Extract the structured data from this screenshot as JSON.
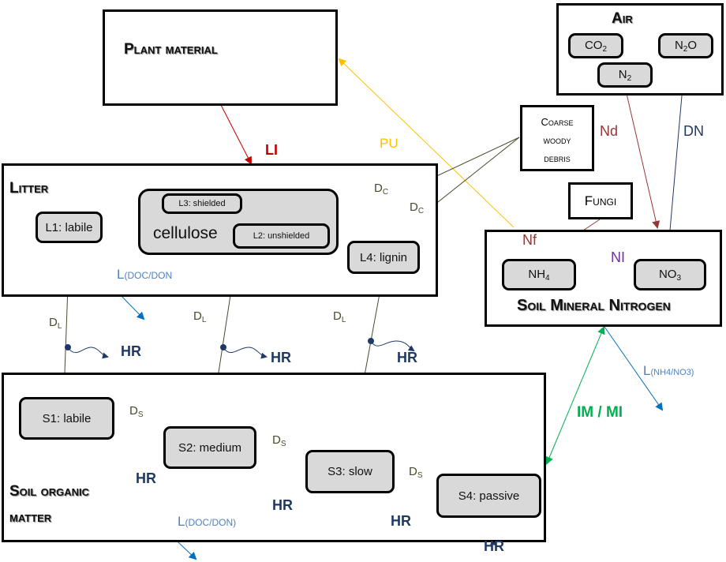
{
  "compartments": {
    "plant": "Plant material",
    "litter": "Litter",
    "soil_om_line1": "Soil organic",
    "soil_om_line2": "matter",
    "soil_mineral_n": "Soil Mineral Nitrogen",
    "air": "Air",
    "cwd_line1": "Coarse",
    "cwd_line2": "woody",
    "cwd_line3": "debris",
    "fungi": "Fungi"
  },
  "pools": {
    "l1": "L1: labile",
    "l2": "L2: unshielded",
    "l3": "L3: shielded",
    "l4": "L4: lignin",
    "cellulose": "cellulose",
    "s1": "S1: labile",
    "s2": "S2: medium",
    "s3": "S3: slow",
    "s4": "S4: passive",
    "co2_base": "CO",
    "co2_sub": "2",
    "n2_base": "N",
    "n2_sub": "2",
    "n2o_base": "N",
    "n2o_sub": "2",
    "n2o_tail": "O",
    "nh4_base": "NH",
    "nh4_sub": "4",
    "no3_base": "NO",
    "no3_sub": "3"
  },
  "fluxes": {
    "li": "LI",
    "pu": "PU",
    "nd": "Nd",
    "dn": "DN",
    "nf": "Nf",
    "ni": "NI",
    "im_mi": "IM / MI",
    "dc_base": "D",
    "dc_sub": "C",
    "dl_base": "D",
    "dl_sub": "L",
    "ds_base": "D",
    "ds_sub": "S",
    "hr": "HR",
    "leach_doc_litter": "L(DOC/DON",
    "leach_doc_base": "L",
    "leach_doc_sub": "(DOC/DON)",
    "leach_n_base": "L",
    "leach_n_sub": "(NH4/NO3)"
  },
  "colors": {
    "li": "#c00000",
    "pu": "#ffc000",
    "nd": "#953735",
    "dn": "#1f3864",
    "ni": "#7030a0",
    "im_mi": "#00b050",
    "leach": "#0070c0",
    "leach_text": "#4f81bd",
    "decomp": "#4a4a2e",
    "hr": "#1f3864"
  }
}
